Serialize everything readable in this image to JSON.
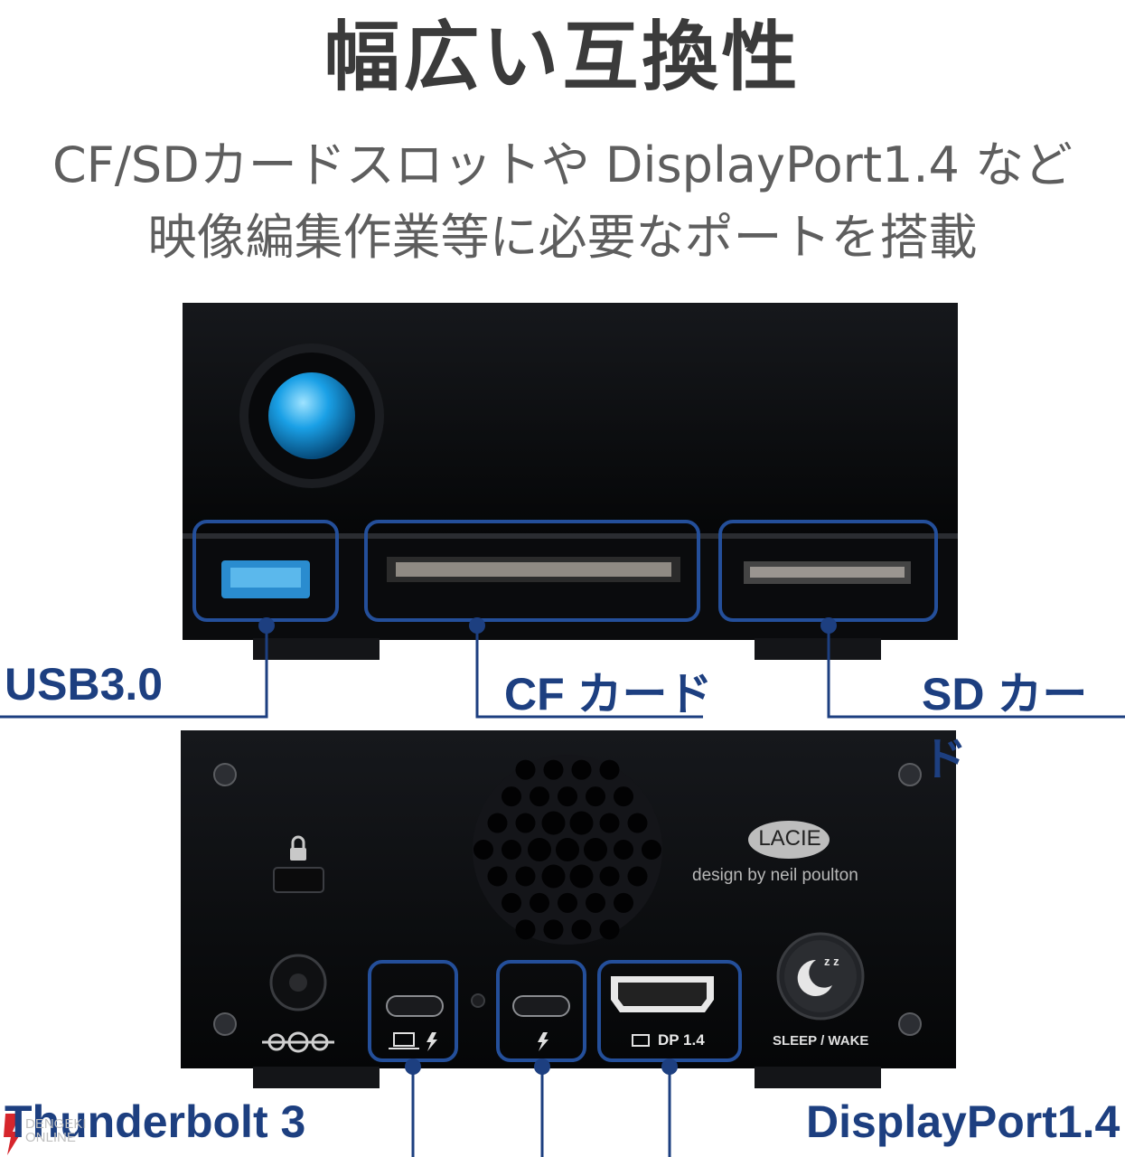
{
  "heading": "幅広い互換性",
  "subheading_line1": "CF/SDカードスロットや DisplayPort1.4 など",
  "subheading_line2": "映像編集作業等に必要なポートを搭載",
  "front_labels": {
    "usb": "USB3.0",
    "cf": "CF カード",
    "sd": "SD カード"
  },
  "back_labels": {
    "thunderbolt": "Thunderbolt 3",
    "displayport": "DisplayPort1.4"
  },
  "device_text": {
    "brand": "LACIE",
    "designer": "design by neil poulton",
    "dp_port": "DP 1.4",
    "sleep": "SLEEP / WAKE",
    "zz": "z z"
  },
  "watermark": {
    "line1": "DENGEKI",
    "line2": "ONLINE"
  },
  "colors": {
    "accent": "#1d3f80",
    "highlight": "#244f9a",
    "device": "#0b0c0e",
    "led": "#1aa0e6"
  }
}
